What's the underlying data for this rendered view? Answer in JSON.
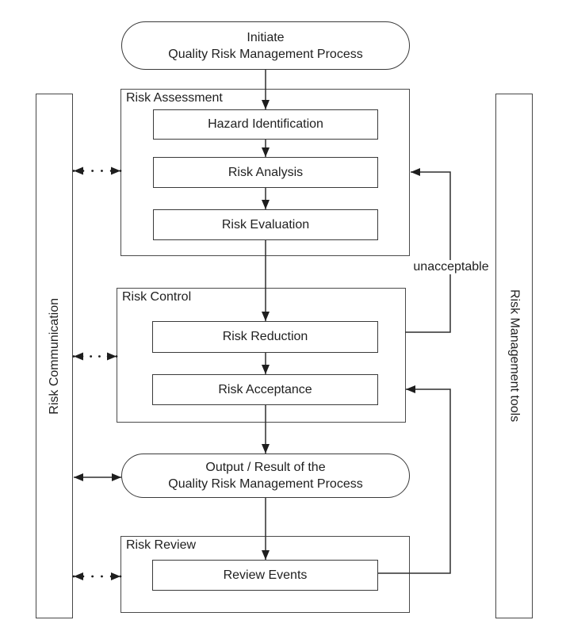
{
  "diagram": {
    "type": "flowchart",
    "nodes": {
      "initiate": {
        "line1": "Initiate",
        "line2": "Quality Risk Management Process"
      },
      "risk_assessment": {
        "label": "Risk Assessment"
      },
      "hazard_identification": {
        "label": "Hazard Identification"
      },
      "risk_analysis": {
        "label": "Risk Analysis"
      },
      "risk_evaluation": {
        "label": "Risk Evaluation"
      },
      "risk_control": {
        "label": "Risk Control"
      },
      "risk_reduction": {
        "label": "Risk Reduction"
      },
      "risk_acceptance": {
        "label": "Risk Acceptance"
      },
      "output": {
        "line1": "Output / Result of the",
        "line2": "Quality Risk Management Process"
      },
      "risk_review": {
        "label": "Risk Review"
      },
      "review_events": {
        "label": "Review Events"
      }
    },
    "sidebars": {
      "left": {
        "label": "Risk Communication"
      },
      "right": {
        "label": "Risk Management tools"
      }
    },
    "edge_labels": {
      "unacceptable": "unacceptable"
    },
    "colors": {
      "stroke": "#3a3a3a",
      "text": "#1f1f1f",
      "background": "#ffffff"
    }
  }
}
